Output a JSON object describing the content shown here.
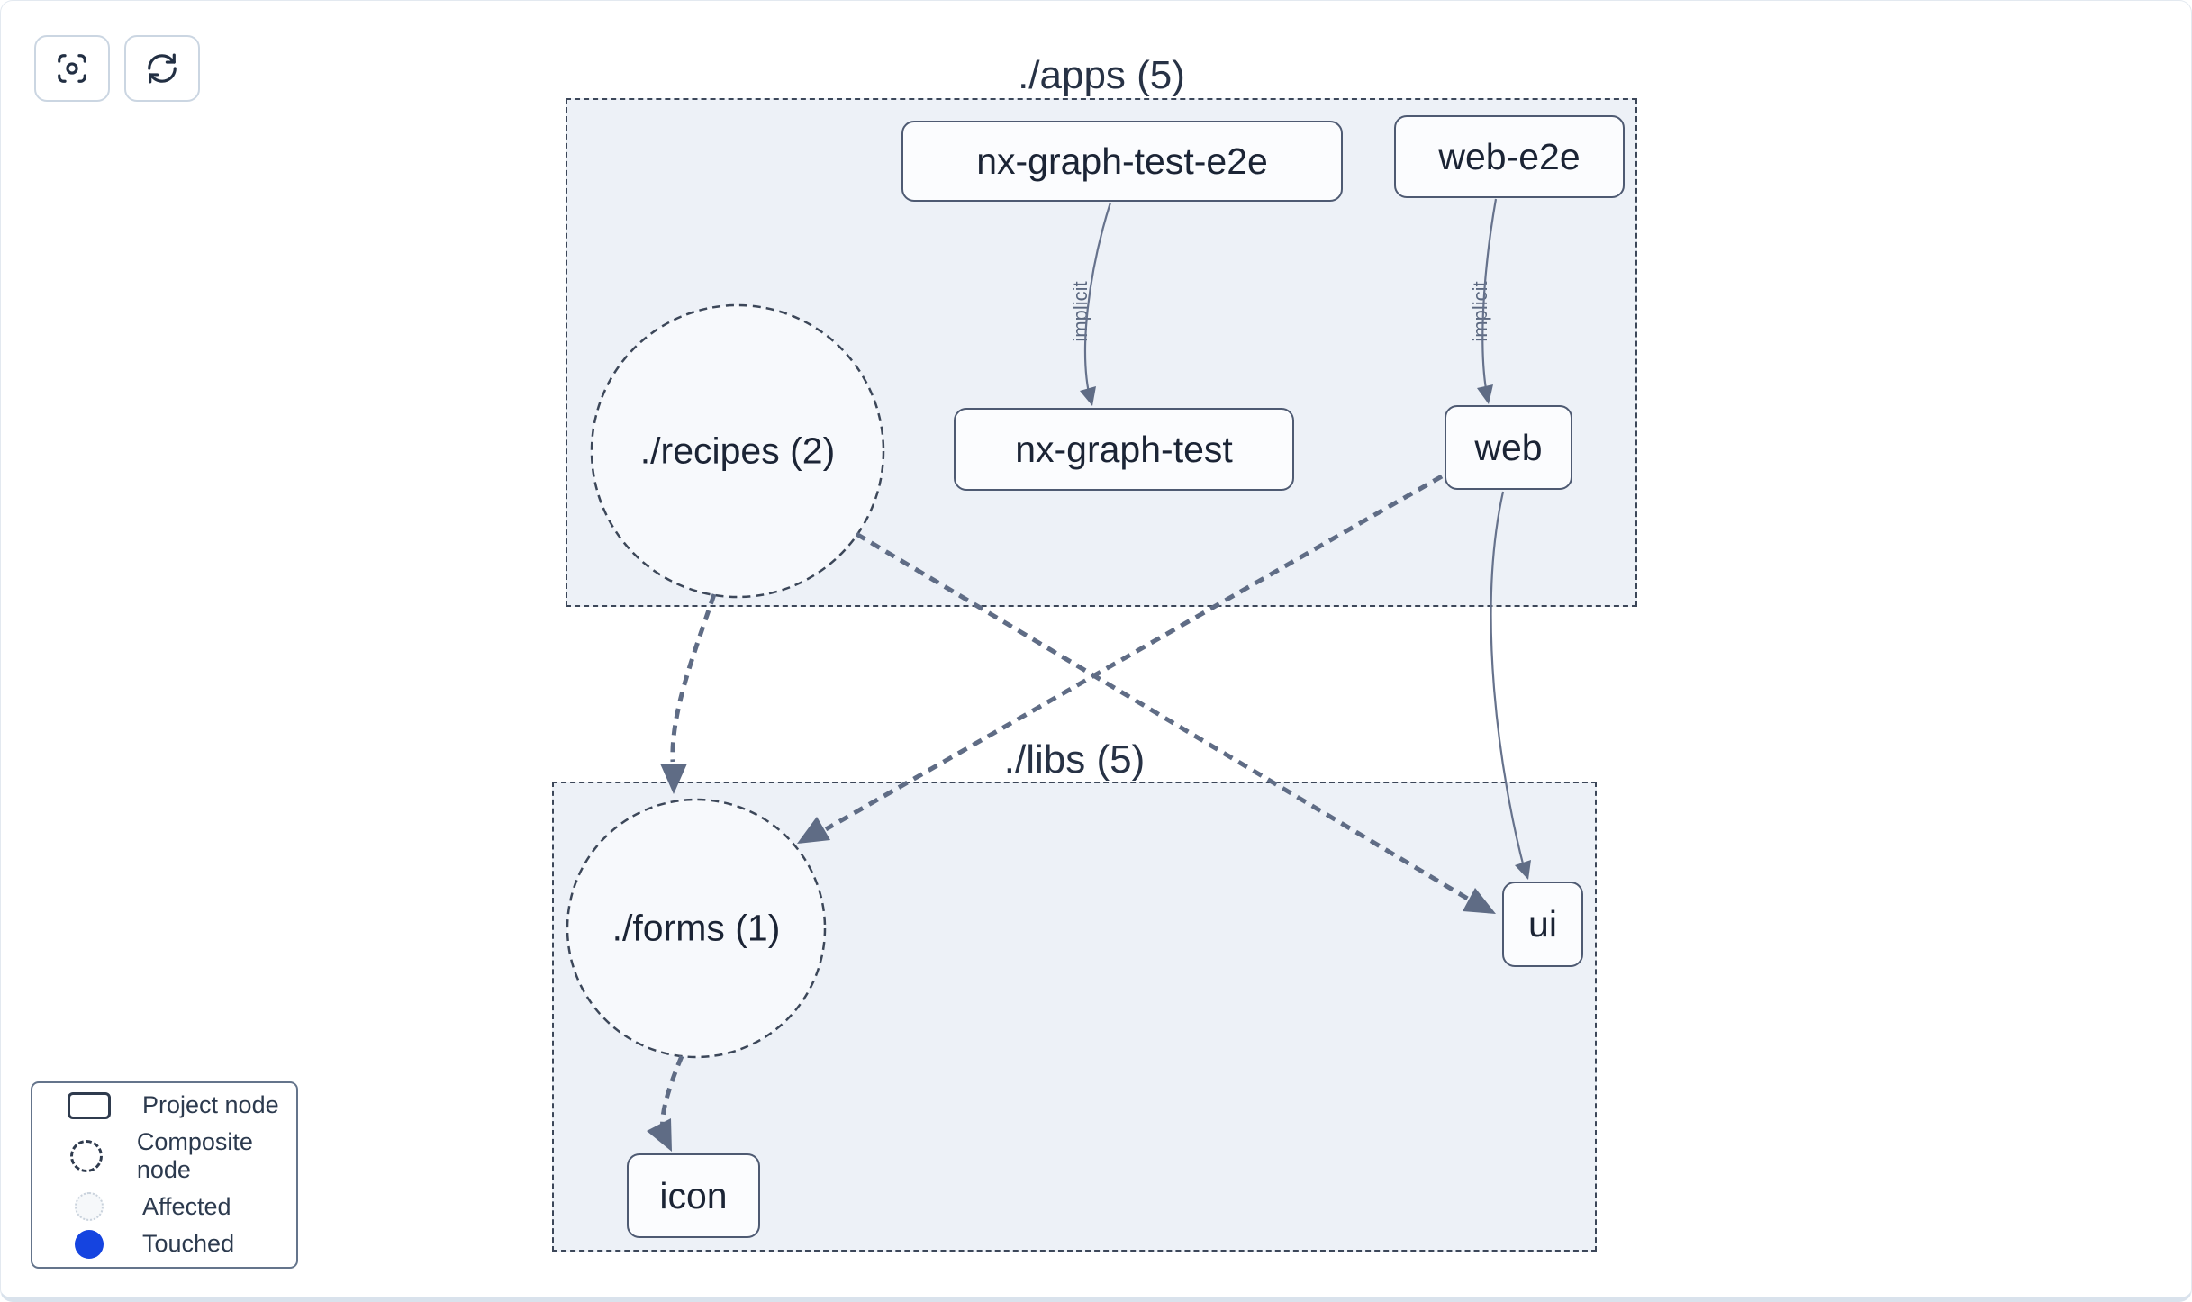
{
  "toolbar": {
    "buttons": [
      {
        "name": "focus-view",
        "icon": "focus-icon"
      },
      {
        "name": "refresh",
        "icon": "refresh-icon"
      }
    ]
  },
  "graph": {
    "groups": [
      {
        "id": "apps",
        "label": "./apps (5)",
        "nodes": [
          {
            "id": "nx-graph-test-e2e",
            "label": "nx-graph-test-e2e",
            "type": "project"
          },
          {
            "id": "web-e2e",
            "label": "web-e2e",
            "type": "project"
          },
          {
            "id": "recipes",
            "label": "./recipes (2)",
            "type": "composite"
          },
          {
            "id": "nx-graph-test",
            "label": "nx-graph-test",
            "type": "project"
          },
          {
            "id": "web",
            "label": "web",
            "type": "project"
          }
        ]
      },
      {
        "id": "libs",
        "label": "./libs (5)",
        "nodes": [
          {
            "id": "forms",
            "label": "./forms (1)",
            "type": "composite"
          },
          {
            "id": "ui",
            "label": "ui",
            "type": "project"
          },
          {
            "id": "icon",
            "label": "icon",
            "type": "project"
          }
        ]
      }
    ],
    "edges": [
      {
        "from": "nx-graph-test-e2e",
        "to": "nx-graph-test",
        "label": "implicit",
        "style": "solid"
      },
      {
        "from": "web-e2e",
        "to": "web",
        "label": "implicit",
        "style": "solid"
      },
      {
        "from": "./recipes",
        "to": "./forms",
        "label": "",
        "style": "dashed"
      },
      {
        "from": "./recipes",
        "to": "ui",
        "label": "",
        "style": "dashed"
      },
      {
        "from": "web",
        "to": "./forms",
        "label": "",
        "style": "dashed"
      },
      {
        "from": "web",
        "to": "ui",
        "label": "",
        "style": "solid"
      },
      {
        "from": "./forms",
        "to": "icon",
        "label": "",
        "style": "dashed"
      }
    ]
  },
  "legend": {
    "items": [
      {
        "label": "Project node",
        "swatch": "project-node-swatch"
      },
      {
        "label": "Composite node",
        "swatch": "composite-node-swatch"
      },
      {
        "label": "Affected",
        "swatch": "affected-swatch"
      },
      {
        "label": "Touched",
        "swatch": "touched-swatch"
      }
    ]
  },
  "colors": {
    "group_fill": "#edf1f7",
    "group_border": "#3c4759",
    "node_border": "#4e5a72",
    "edge": "#5f6c85",
    "text": "#1b2435",
    "touched_blue": "#1544e0"
  }
}
